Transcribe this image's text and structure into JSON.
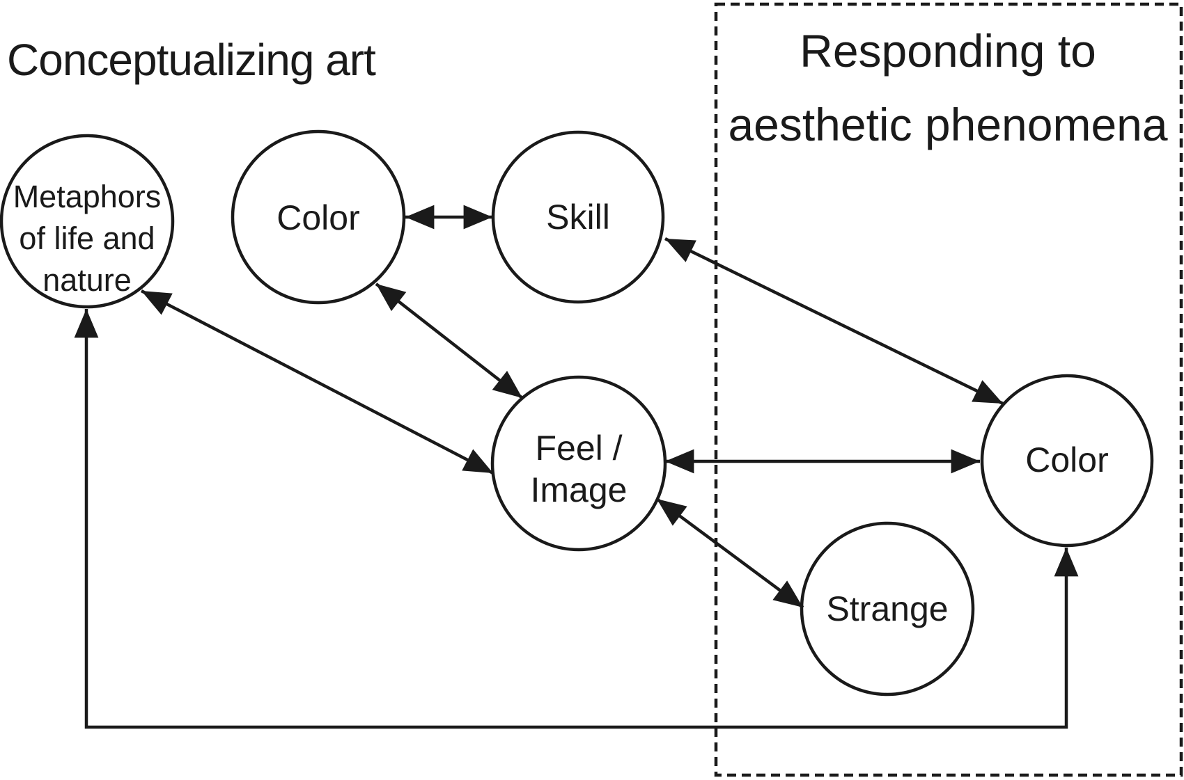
{
  "colors": {
    "ink": "#1a1a1a",
    "background": "#ffffff"
  },
  "sections": [
    {
      "id": "conceptualizing-art",
      "title": "Conceptualizing art",
      "border": "none"
    },
    {
      "id": "responding-aesthetic",
      "title_line1": "Responding to",
      "title_line2": "aesthetic phenomena",
      "border": "dashed"
    }
  ],
  "nodes": [
    {
      "id": "metaphors",
      "label": "Metaphors of life and nature",
      "lines": [
        "Metaphors",
        "of life and",
        "nature"
      ],
      "section": "conceptualizing-art"
    },
    {
      "id": "color-left",
      "label": "Color",
      "lines": [
        "Color"
      ],
      "section": "conceptualizing-art"
    },
    {
      "id": "skill",
      "label": "Skill",
      "lines": [
        "Skill"
      ],
      "section": "conceptualizing-art"
    },
    {
      "id": "feel-image",
      "label": "Feel / Image",
      "lines": [
        "Feel /",
        "Image"
      ],
      "section": "conceptualizing-art"
    },
    {
      "id": "strange",
      "label": "Strange",
      "lines": [
        "Strange"
      ],
      "section": "responding-aesthetic"
    },
    {
      "id": "color-right",
      "label": "Color",
      "lines": [
        "Color"
      ],
      "section": "responding-aesthetic"
    }
  ],
  "edges": [
    {
      "from": "color-left",
      "to": "skill",
      "direction": "bidirectional",
      "route": "straight"
    },
    {
      "from": "color-left",
      "to": "feel-image",
      "direction": "bidirectional",
      "route": "straight"
    },
    {
      "from": "metaphors",
      "to": "feel-image",
      "direction": "bidirectional",
      "route": "straight"
    },
    {
      "from": "skill",
      "to": "color-right",
      "direction": "bidirectional",
      "route": "straight"
    },
    {
      "from": "feel-image",
      "to": "color-right",
      "direction": "bidirectional",
      "route": "straight"
    },
    {
      "from": "feel-image",
      "to": "strange",
      "direction": "bidirectional",
      "route": "straight"
    },
    {
      "from": "metaphors",
      "to": "color-right",
      "direction": "bidirectional",
      "route": "bottom-elbow"
    }
  ]
}
